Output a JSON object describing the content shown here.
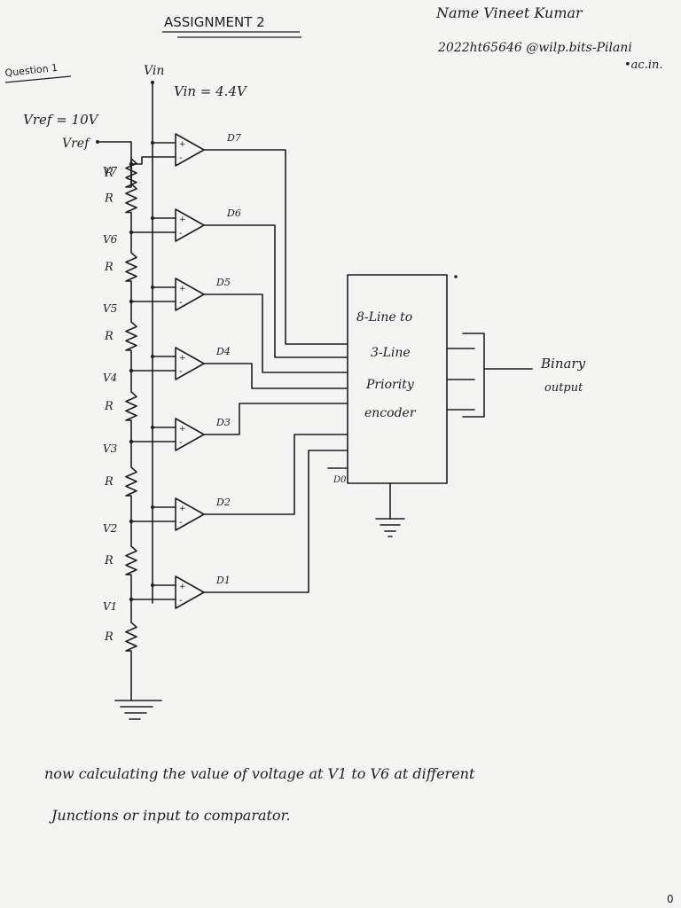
{
  "header": {
    "title": "ASSIGNMENT 2",
    "name_line": "Name Vineet Kumar",
    "email_line1": "2022ht65646 @wilp.bits-Pilani",
    "email_line2": "•ac.in.",
    "question_label": "Question 1"
  },
  "inputs": {
    "vin_label": "Vin",
    "vin_value": "Vin = 4.4V",
    "vref_value": "Vref = 10V",
    "vref_label": "Vref"
  },
  "ladder": {
    "resistor_label": "R",
    "node_labels": [
      "V7",
      "V6",
      "V5",
      "V4",
      "V3",
      "V2",
      "V1"
    ]
  },
  "comparators": {
    "output_labels": [
      "D7",
      "D6",
      "D5",
      "D4",
      "D3",
      "D2",
      "D1"
    ],
    "d0_label": "D0"
  },
  "encoder": {
    "lines": [
      "8-Line to",
      "3-Line",
      "Priority",
      "encoder"
    ]
  },
  "output": {
    "line1": "Binary",
    "line2": "output"
  },
  "notes": {
    "line1": "now calculating the value of voltage at V1 to V6 at different",
    "line2": "Junctions or input to comparator."
  },
  "page_number": "0"
}
